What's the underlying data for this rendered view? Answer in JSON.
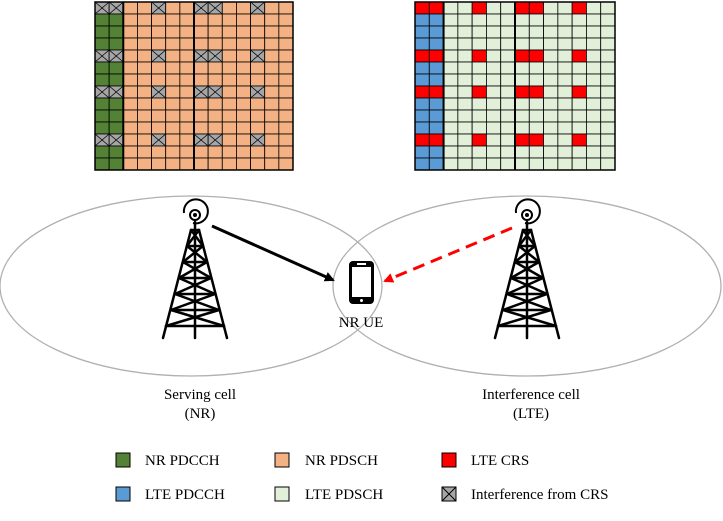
{
  "nr_grid": {
    "rows": 14,
    "cols": 14,
    "pdcch_cols": 2,
    "crs_rows": [
      0,
      4,
      7,
      11
    ],
    "crs_cols": [
      0,
      1,
      4,
      7,
      8,
      11
    ]
  },
  "lte_grid": {
    "rows": 14,
    "cols": 14,
    "pdcch_cols": 2,
    "crs_rows": [
      0,
      4,
      7,
      11
    ],
    "crs_cols": [
      0,
      1,
      4,
      7,
      8,
      11
    ]
  },
  "ue_label": "NR UE",
  "cells": {
    "serving": {
      "line1": "Serving cell",
      "line2": "(NR)"
    },
    "interference": {
      "line1": "Interference cell",
      "line2": "(LTE)"
    }
  },
  "colors": {
    "nr_pdcch": "#538135",
    "nr_pdsch": "#f4b183",
    "lte_pdcch": "#5b9bd5",
    "lte_pdsch": "#e2efd9",
    "lte_crs": "#ff0000",
    "interference": "#a6a6a6"
  },
  "legend": [
    {
      "key": "nr_pdcch",
      "label": "NR PDCCH"
    },
    {
      "key": "nr_pdsch",
      "label": "NR PDSCH"
    },
    {
      "key": "lte_crs",
      "label": "LTE CRS"
    },
    {
      "key": "lte_pdcch",
      "label": "LTE PDCCH"
    },
    {
      "key": "lte_pdsch",
      "label": "LTE PDSCH"
    },
    {
      "key": "interference",
      "label": "Interference from CRS"
    }
  ]
}
